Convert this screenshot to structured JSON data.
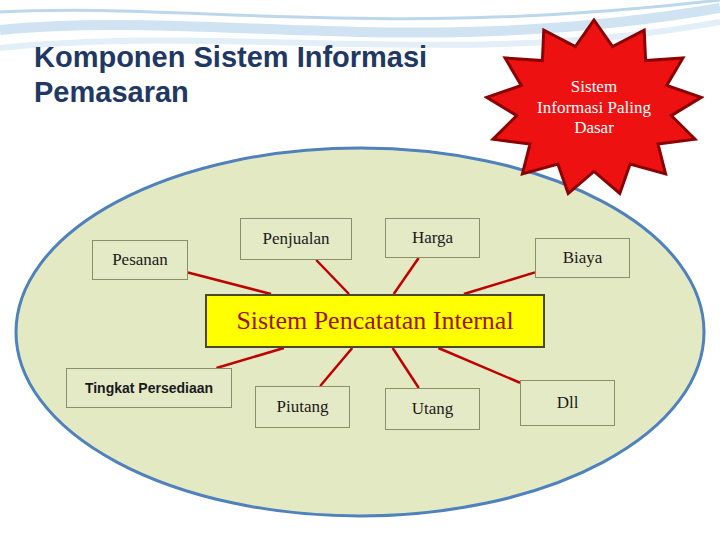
{
  "diagram": {
    "title": "Komponen Sistem Informasi Pemasaran",
    "nodes": [
      {
        "text": [
          "Sistem Informasi Paling Dasar"
        ]
      },
      {
        "text": [
          "Pesanan"
        ]
      },
      {
        "text": [
          "Penjualan"
        ]
      },
      {
        "text": [
          "Harga"
        ]
      },
      {
        "text": [
          "Biaya"
        ]
      },
      {
        "text": [
          "Sistem Pencatatan Internal"
        ]
      },
      {
        "text": [
          "Tingkat Persediaan"
        ]
      },
      {
        "text": [
          "Piutang"
        ]
      },
      {
        "text": [
          "Utang"
        ]
      },
      {
        "text": [
          "Dll"
        ]
      }
    ],
    "edges": [
      {
        "from": 5,
        "to": 1,
        "arrow": "none"
      },
      {
        "from": 5,
        "to": 2,
        "arrow": "none"
      },
      {
        "from": 5,
        "to": 3,
        "arrow": "none"
      },
      {
        "from": 5,
        "to": 4,
        "arrow": "none"
      },
      {
        "from": 5,
        "to": 6,
        "arrow": "none"
      },
      {
        "from": 5,
        "to": 7,
        "arrow": "none"
      },
      {
        "from": 5,
        "to": 8,
        "arrow": "none"
      },
      {
        "from": 5,
        "to": 9,
        "arrow": "none"
      }
    ]
  }
}
